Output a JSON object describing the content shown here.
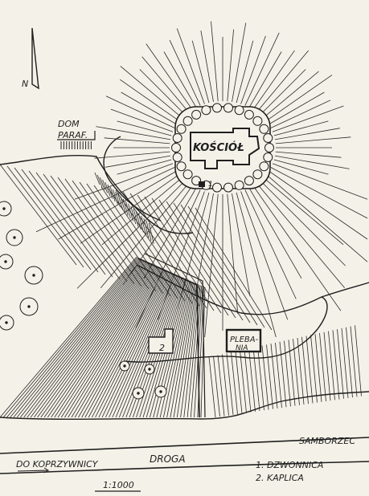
{
  "map": {
    "north_label": "N",
    "labels": {
      "church": "KOŚCIÓŁ",
      "parish_house_line1": "DOM",
      "parish_house_line2": "PARAF.",
      "rectory_line1": "PLEBA-",
      "rectory_line2": "NIA",
      "bell_tower_marker": "1",
      "chapel_marker": "2",
      "road": "DROGA",
      "road_to_left": "DO KOPRZYWNICY",
      "road_to_right": "SAMBORZEC"
    },
    "legend": [
      "1. DZWONNICA",
      "2. KAPLICA"
    ],
    "scale": "1:1000",
    "colors": {
      "paper": "#f4f1e8",
      "ink": "#1f1f1f"
    }
  }
}
